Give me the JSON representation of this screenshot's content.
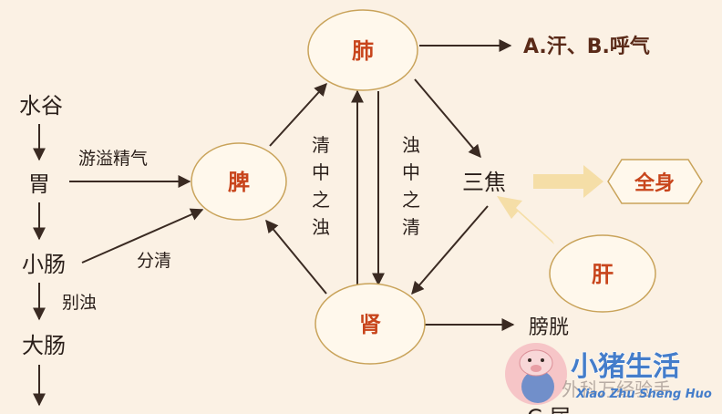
{
  "colors": {
    "background": "#fbf1e4",
    "organ_fill": "#fff8ec",
    "organ_stroke": "#c9a35a",
    "organ_text": "#c8451c",
    "arrow": "#3a2a22",
    "flow_arrow": "#f4dca0",
    "badge_pink": "#f6c3c6",
    "badge_blue": "#3b77c9"
  },
  "left_chain": {
    "shuigu": "水谷",
    "wei": "胃",
    "xiaochang": "小肠",
    "dachang": "大肠"
  },
  "edge_labels": {
    "youyi_jingqi": "游溢精气",
    "fenqing": "分清",
    "biezhuo": "别浊",
    "qing_zhong_zhi_zhuo": [
      "清",
      "中",
      "之",
      "浊"
    ],
    "zhuo_zhong_zhi_qing": [
      "浊",
      "中",
      "之",
      "清"
    ]
  },
  "organs": {
    "fei": "肺",
    "pi": "脾",
    "shen": "肾",
    "gan": "肝"
  },
  "outputs": {
    "fei_out": "A.汗、B.呼气",
    "sanjiao": "三焦",
    "quanshen": "全身",
    "pangguang": "膀胱",
    "bottom_partial": "C.尿"
  },
  "watermark": {
    "brand": "小猪生活",
    "brand_pinyin": "Xiao Zhu Sheng Huo",
    "overlay_partial": "外科万经验手"
  }
}
